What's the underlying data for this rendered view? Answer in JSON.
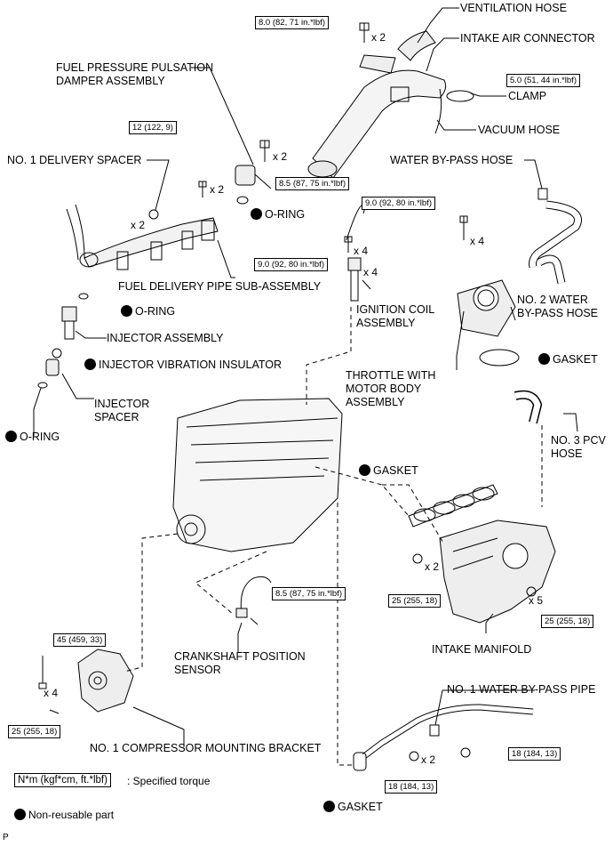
{
  "labels": {
    "ventilation_hose": "VENTILATION HOSE",
    "intake_air_connector": "INTAKE AIR CONNECTOR",
    "fuel_pulsation_damper": "FUEL PRESSURE PULSATION\nDAMPER ASSEMBLY",
    "clamp": "CLAMP",
    "vacuum_hose": "VACUUM HOSE",
    "delivery_spacer": "NO. 1 DELIVERY SPACER",
    "water_bypass_hose": "WATER BY-PASS HOSE",
    "fuel_delivery_pipe": "FUEL DELIVERY PIPE SUB-ASSEMBLY",
    "ignition_coil": "IGNITION COIL\nASSEMBLY",
    "no2_water_bypass_hose": "NO. 2 WATER\nBY-PASS HOSE",
    "injector_assembly": "INJECTOR ASSEMBLY",
    "injector_vibration_insulator": "INJECTOR VIBRATION INSULATOR",
    "injector_spacer": "INJECTOR\nSPACER",
    "throttle_body": "THROTTLE WITH\nMOTOR BODY\nASSEMBLY",
    "no3_pcv_hose": "NO. 3 PCV\nHOSE",
    "intake_manifold": "INTAKE MANIFOLD",
    "crankshaft_sensor": "CRANKSHAFT POSITION\nSENSOR",
    "compressor_bracket": "NO. 1 COMPRESSOR MOUNTING BRACKET",
    "no1_water_bypass_pipe": "NO. 1 WATER BY-PASS PIPE",
    "o_ring": "O-RING",
    "gasket": "GASKET"
  },
  "torques": {
    "t_8_0": "8.0 (82, 71 in.*lbf)",
    "t_5_0": "5.0 (51, 44 in.*lbf)",
    "t_12": "12 (122, 9)",
    "t_8_5": "8.5 (87, 75 in.*lbf)",
    "t_9_0": "9.0 (92, 80 in.*lbf)",
    "t_25": "25 (255, 18)",
    "t_45": "45 (459, 33)",
    "t_18": "18 (184, 13)"
  },
  "quantities": {
    "x2": "x 2",
    "x4": "x 4",
    "x5": "x 5"
  },
  "legend": {
    "torque_box": "N*m (kgf*cm, ft.*lbf)",
    "torque_text": ": Specified torque",
    "nonreusable_text": "Non-reusable part"
  },
  "footer_code": "P"
}
